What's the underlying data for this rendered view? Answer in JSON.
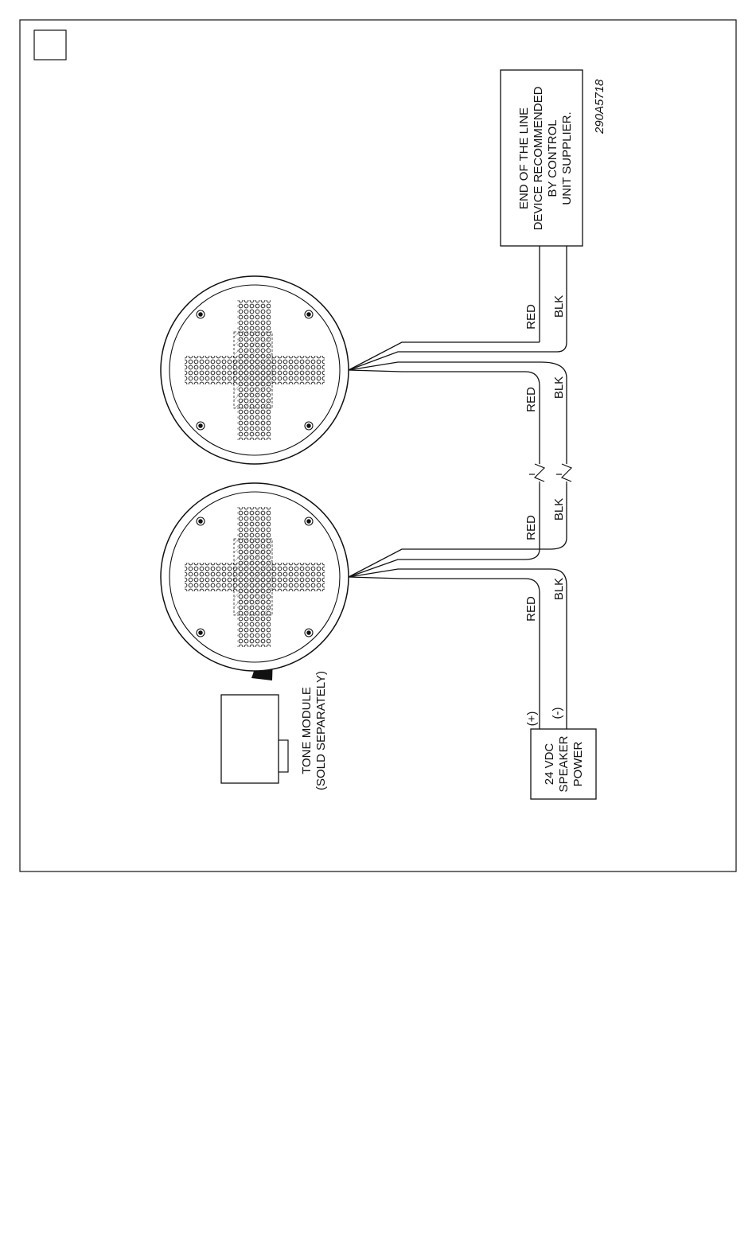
{
  "labels": {
    "ref_code": "290A5718",
    "eol_device": [
      "END OF THE LINE",
      "DEVICE RECOMMENDED",
      "BY CONTROL",
      "UNIT SUPPLIER."
    ],
    "tone_module": [
      "TONE MODULE",
      "(SOLD SEPARATELY)"
    ],
    "power_supply": [
      "24 VDC",
      "SPEAKER",
      "POWER"
    ],
    "plus": "(+)",
    "minus": "(-)",
    "red": "RED",
    "blk": "BLK"
  },
  "colors": {
    "line": "#111111",
    "background": "#ffffff"
  }
}
